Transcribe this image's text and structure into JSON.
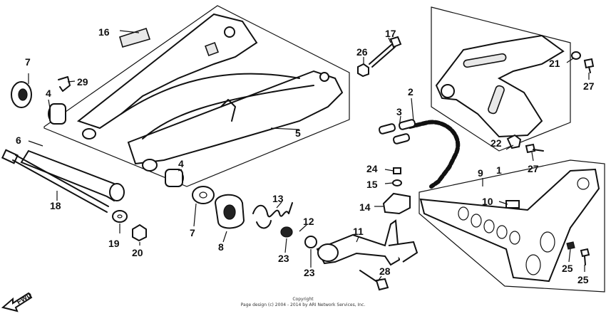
{
  "callouts": {
    "c2": "2",
    "c3": "3",
    "c4a": "4",
    "c4b": "4",
    "c5": "5",
    "c6": "6",
    "c7a": "7",
    "c7b": "7",
    "c8": "8",
    "c9": "9",
    "c10": "10",
    "c11": "11",
    "c12": "12",
    "c13": "13",
    "c14": "14",
    "c15": "15",
    "c16": "16",
    "c17": "17",
    "c18": "18",
    "c19": "19",
    "c20": "20",
    "c21": "21",
    "c22": "22",
    "c23a": "23",
    "c23b": "23",
    "c24": "24",
    "c25a": "25",
    "c25b": "25",
    "c26": "26",
    "c27a": "27",
    "c27b": "27",
    "c28": "28",
    "c29": "29",
    "c1": "1"
  },
  "direction_label": "FWD",
  "copyright": {
    "line1": "Copyright",
    "line2": "Page design (c) 2004 - 2014 by ARI Network Services, Inc."
  }
}
